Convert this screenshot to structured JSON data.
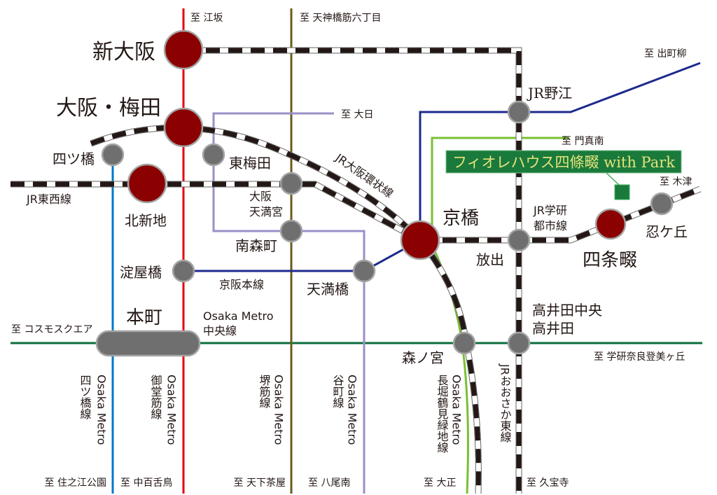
{
  "colors": {
    "midosuji": "#e60012",
    "sakaisuji": "#6b5a1e",
    "yotsubashi": "#0078c8",
    "tanimachi": "#9b8fc8",
    "keihan": "#1c2a8c",
    "nagahori": "#78c032",
    "chuo": "#0a6e3c",
    "jr": "#231815",
    "major_station": "#8b0000",
    "station": "#6f6f6f",
    "label_box": "#1a7a3c",
    "label_text": "#e6e27a"
  },
  "property": {
    "name": "フィオレハウス四條畷 with Park",
    "marker_icon": "green-square"
  },
  "destinations": {
    "esaka": "至 江坂",
    "tenjinbashi": "至 天神橋筋六丁目",
    "dainichi": "至 大日",
    "demachiyanagi": "至 出町柳",
    "kadomaminami": "至 門真南",
    "kizu": "至 木津",
    "cosmosquare": "至 コスモスクエア",
    "gakkennara": "至 学研奈良登美ヶ丘",
    "suminoe": "至 住之江公園",
    "nakamozu": "至 中百舌鳥",
    "tengachaya": "至 天下茶屋",
    "yaominami": "至 八尾南",
    "taisho": "至 大正",
    "kyuhoji": "至 久宝寺"
  },
  "stations": {
    "shin_osaka": "新大阪",
    "osaka_umeda": "大阪・梅田",
    "yotsubashi": "四ツ橋",
    "higashi_umeda": "東梅田",
    "kitashinchi": "北新地",
    "osaka_tenmangu_1": "大阪",
    "osaka_tenmangu_2": "天満宮",
    "minamimorimachi": "南森町",
    "yodoyabashi": "淀屋橋",
    "tenmabashi": "天満橋",
    "honmachi": "本町",
    "kyobashi": "京橋",
    "jr_noe": "JR野江",
    "hanaten": "放出",
    "shijonawate": "四条畷",
    "shinobugaoka": "忍ケ丘",
    "takaida_1": "高井田中央",
    "takaida_2": "高井田",
    "morinomiya": "森ノ宮"
  },
  "lines": {
    "jr_tozai": "JR東西線",
    "jr_loop": "JR大阪環状線",
    "keihan": "京阪本線",
    "chuo_1": "Osaka Metro",
    "chuo_2": "中央線",
    "gakken_1": "JR学研",
    "gakken_2": "都市線",
    "yotsubashi_1": "Osaka Metro",
    "yotsubashi_2": "四ツ橋線",
    "midosuji_1": "Osaka Metro",
    "midosuji_2": "御堂筋線",
    "sakaisuji_1": "Osaka Metro",
    "sakaisuji_2": "堺筋線",
    "tanimachi_1": "Osaka Metro",
    "tanimachi_2": "谷町線",
    "nagahori_1": "Osaka Metro",
    "nagahori_2": "長堀鶴見緑地線",
    "osaka_higashi": "JRおおさか東線"
  }
}
